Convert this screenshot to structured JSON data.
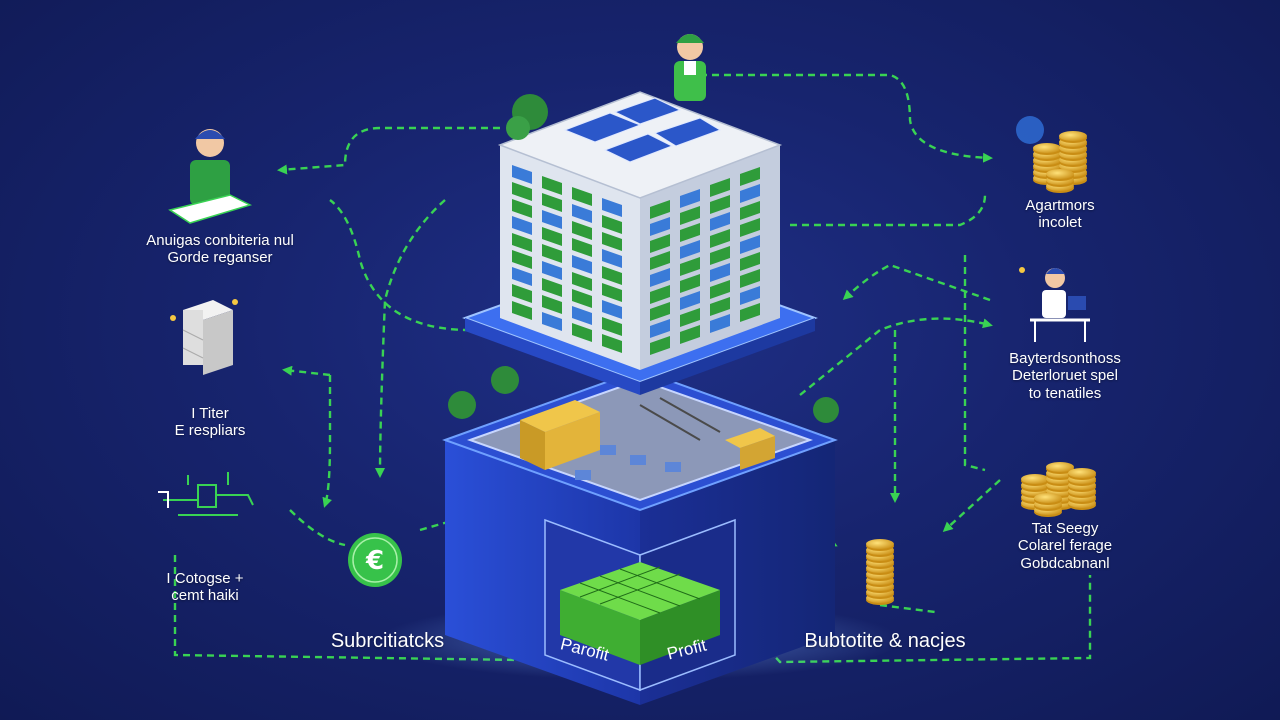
{
  "colors": {
    "background": "#17246e",
    "accent_arrow": "#39d353",
    "building_face": "#e8ecf4",
    "platform_blue": "#2f57e0",
    "coin_gold": "#e8b830"
  },
  "icons": [
    "worker-icon",
    "building-icon",
    "solar-panel-icon",
    "tree-icon",
    "document-stack-icon",
    "circuit-icon",
    "euro-coin-icon",
    "coin-stack-icon",
    "laptop-person-icon",
    "money-stack-icon"
  ],
  "labels": {
    "top_left": [
      "Anuigas conbiteria nul",
      "Gorde reganser"
    ],
    "mid_left": [
      "I  Titer",
      "E respliars"
    ],
    "bottom_left": [
      "I Cotogse +",
      "cemt haiki"
    ],
    "top_right": [
      "Agartmors",
      "incolet"
    ],
    "mid_right": [
      "Bayterdsonthoss",
      "Deterloruet spel",
      "to tenatiles"
    ],
    "lower_right": [
      "Tat Seegy",
      "Colarel ferage",
      "Gobdcabnanl"
    ],
    "bottom_center_left": "Subrcitiatcks",
    "bottom_center_right": "Bubtotite & nacjes",
    "base_left": "Parofit",
    "base_right": "Profit"
  }
}
